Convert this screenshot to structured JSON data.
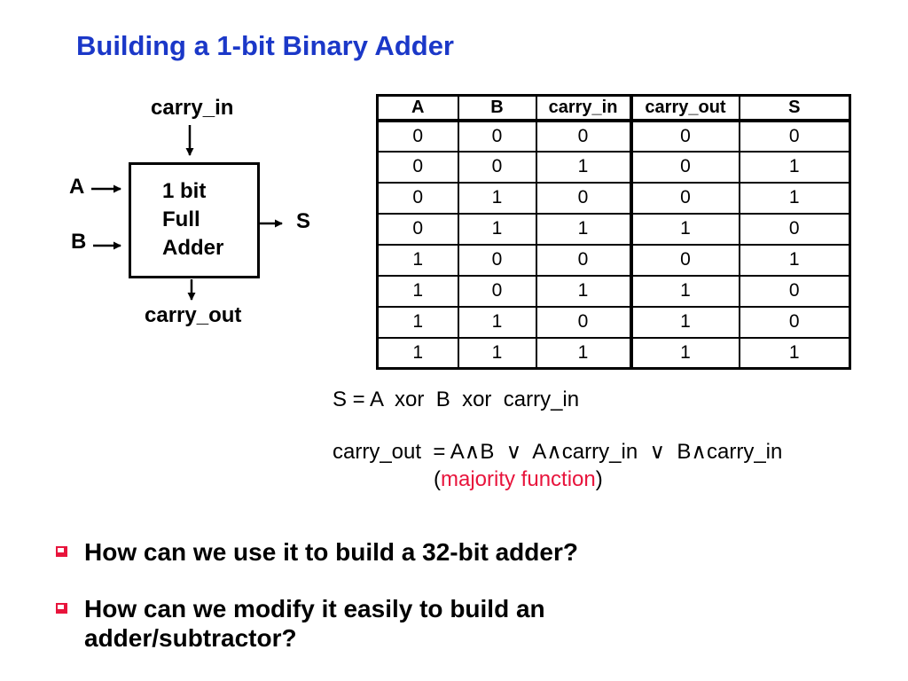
{
  "slide": {
    "title": "Building a 1-bit Binary Adder"
  },
  "diagram": {
    "carry_in_label": "carry_in",
    "input_a_label": "A",
    "input_b_label": "B",
    "output_s_label": "S",
    "carry_out_label": "carry_out",
    "box_lines": [
      "1 bit",
      "Full",
      "Adder"
    ]
  },
  "truth_table": {
    "headers": [
      "A",
      "B",
      "carry_in",
      "carry_out",
      "S"
    ],
    "rows": [
      [
        "0",
        "0",
        "0",
        "0",
        "0"
      ],
      [
        "0",
        "0",
        "1",
        "0",
        "1"
      ],
      [
        "0",
        "1",
        "0",
        "0",
        "1"
      ],
      [
        "0",
        "1",
        "1",
        "1",
        "0"
      ],
      [
        "1",
        "0",
        "0",
        "0",
        "1"
      ],
      [
        "1",
        "0",
        "1",
        "1",
        "0"
      ],
      [
        "1",
        "1",
        "0",
        "1",
        "0"
      ],
      [
        "1",
        "1",
        "1",
        "1",
        "1"
      ]
    ]
  },
  "equations": {
    "sum": "S = A  xor  B  xor  carry_in",
    "carry": "carry_out  = A∧B  ∨  A∧carry_in  ∨  B∧carry_in",
    "note_open": "(",
    "note": "majority function",
    "note_close": ")"
  },
  "bullets": [
    {
      "text": "How can we use it to build a 32-bit adder?"
    },
    {
      "text": "How can we modify it easily to build an adder/subtractor?"
    }
  ],
  "colors": {
    "title_blue": "#1b38c8",
    "accent_red": "#e8143c",
    "text_black": "#000000"
  }
}
